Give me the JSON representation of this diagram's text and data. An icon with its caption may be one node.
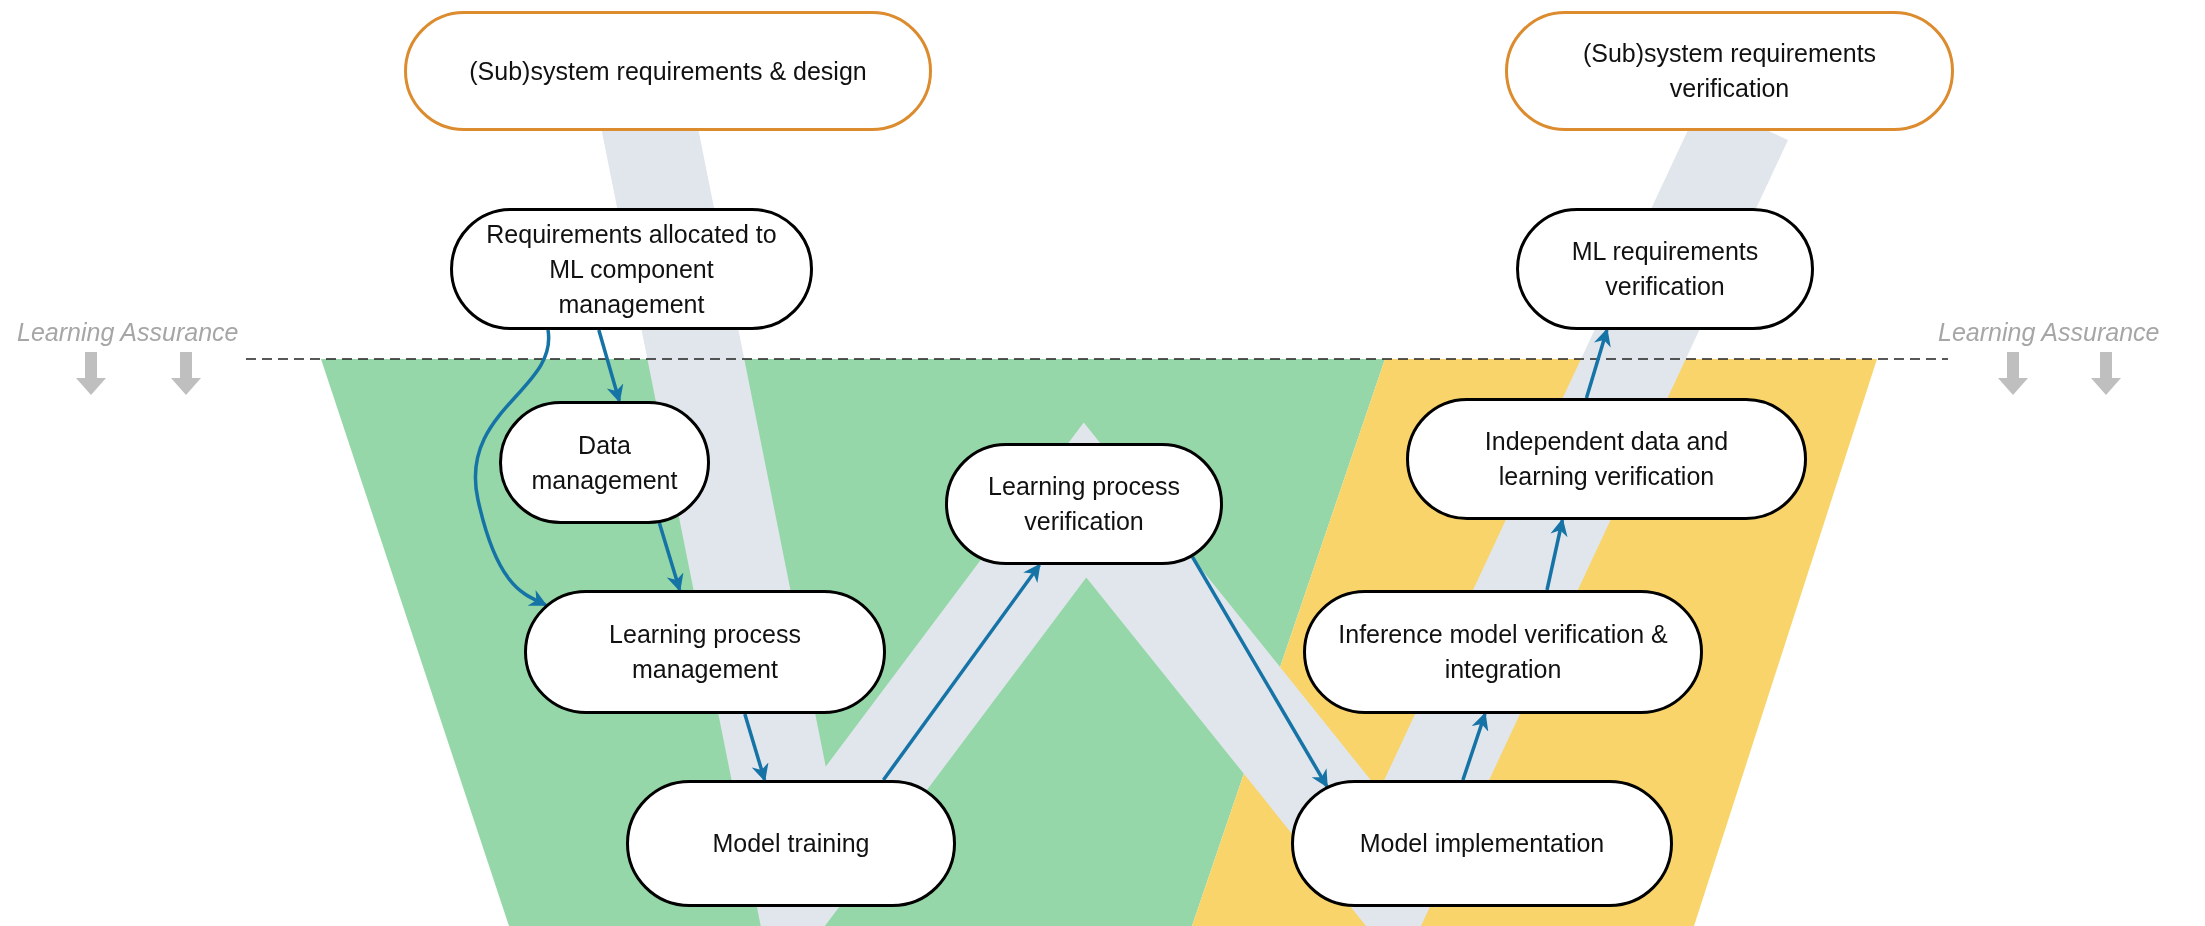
{
  "diagram": {
    "nodes": [
      {
        "text": [
          "(Sub)system requirements & design"
        ]
      },
      {
        "text": [
          "Requirements allocated to ML component management"
        ]
      },
      {
        "text": [
          "Data management"
        ]
      },
      {
        "text": [
          "Learning process management"
        ]
      },
      {
        "text": [
          "Model training"
        ]
      },
      {
        "text": [
          "Learning process verification"
        ]
      },
      {
        "text": [
          "Model implementation"
        ]
      },
      {
        "text": [
          "Inference model verification & integration"
        ]
      },
      {
        "text": [
          "Independent data and learning verification"
        ]
      },
      {
        "text": [
          "ML requirements verification"
        ]
      },
      {
        "text": [
          "(Sub)system requirements verification"
        ]
      }
    ],
    "edges": [
      {
        "from": 1,
        "to": 2,
        "arrow": "to"
      },
      {
        "from": 1,
        "to": 3,
        "arrow": "to"
      },
      {
        "from": 2,
        "to": 3,
        "arrow": "to"
      },
      {
        "from": 3,
        "to": 4,
        "arrow": "to"
      },
      {
        "from": 4,
        "to": 5,
        "arrow": "to"
      },
      {
        "from": 5,
        "to": 6,
        "arrow": "to"
      },
      {
        "from": 6,
        "to": 7,
        "arrow": "to"
      },
      {
        "from": 7,
        "to": 8,
        "arrow": "to"
      },
      {
        "from": 8,
        "to": 9,
        "arrow": "to"
      }
    ],
    "labels": [
      "Learning Assurance",
      "Learning Assurance"
    ]
  }
}
